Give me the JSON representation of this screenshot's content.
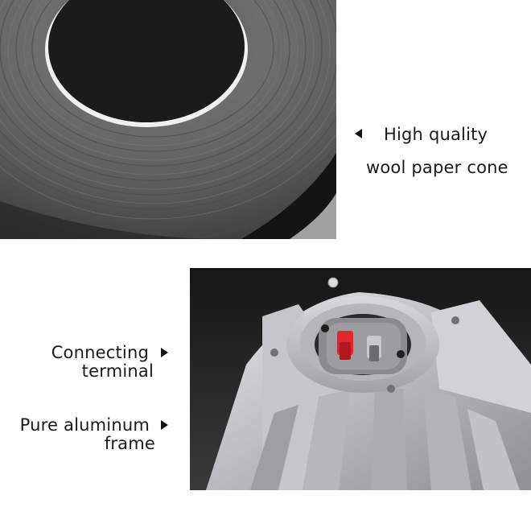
{
  "captions": {
    "cone_line1": "High quality",
    "cone_line2": "wool paper cone",
    "terminal_line1": "Connecting",
    "terminal_line2": "terminal",
    "frame_line1": "Pure aluminum",
    "frame_line2": "frame"
  },
  "icons": {
    "cone_pointer": "triangle-left-icon",
    "terminal_pointer": "triangle-right-icon",
    "frame_pointer": "triangle-right-icon"
  },
  "colors": {
    "cone_surface": "#6b6b6b",
    "cone_dark": "#1e1e1e",
    "aluminum": "#c9cbcd",
    "terminal_plug": "#8a8a8a",
    "terminal_red": "#e2262b",
    "background": "#ffffff"
  }
}
